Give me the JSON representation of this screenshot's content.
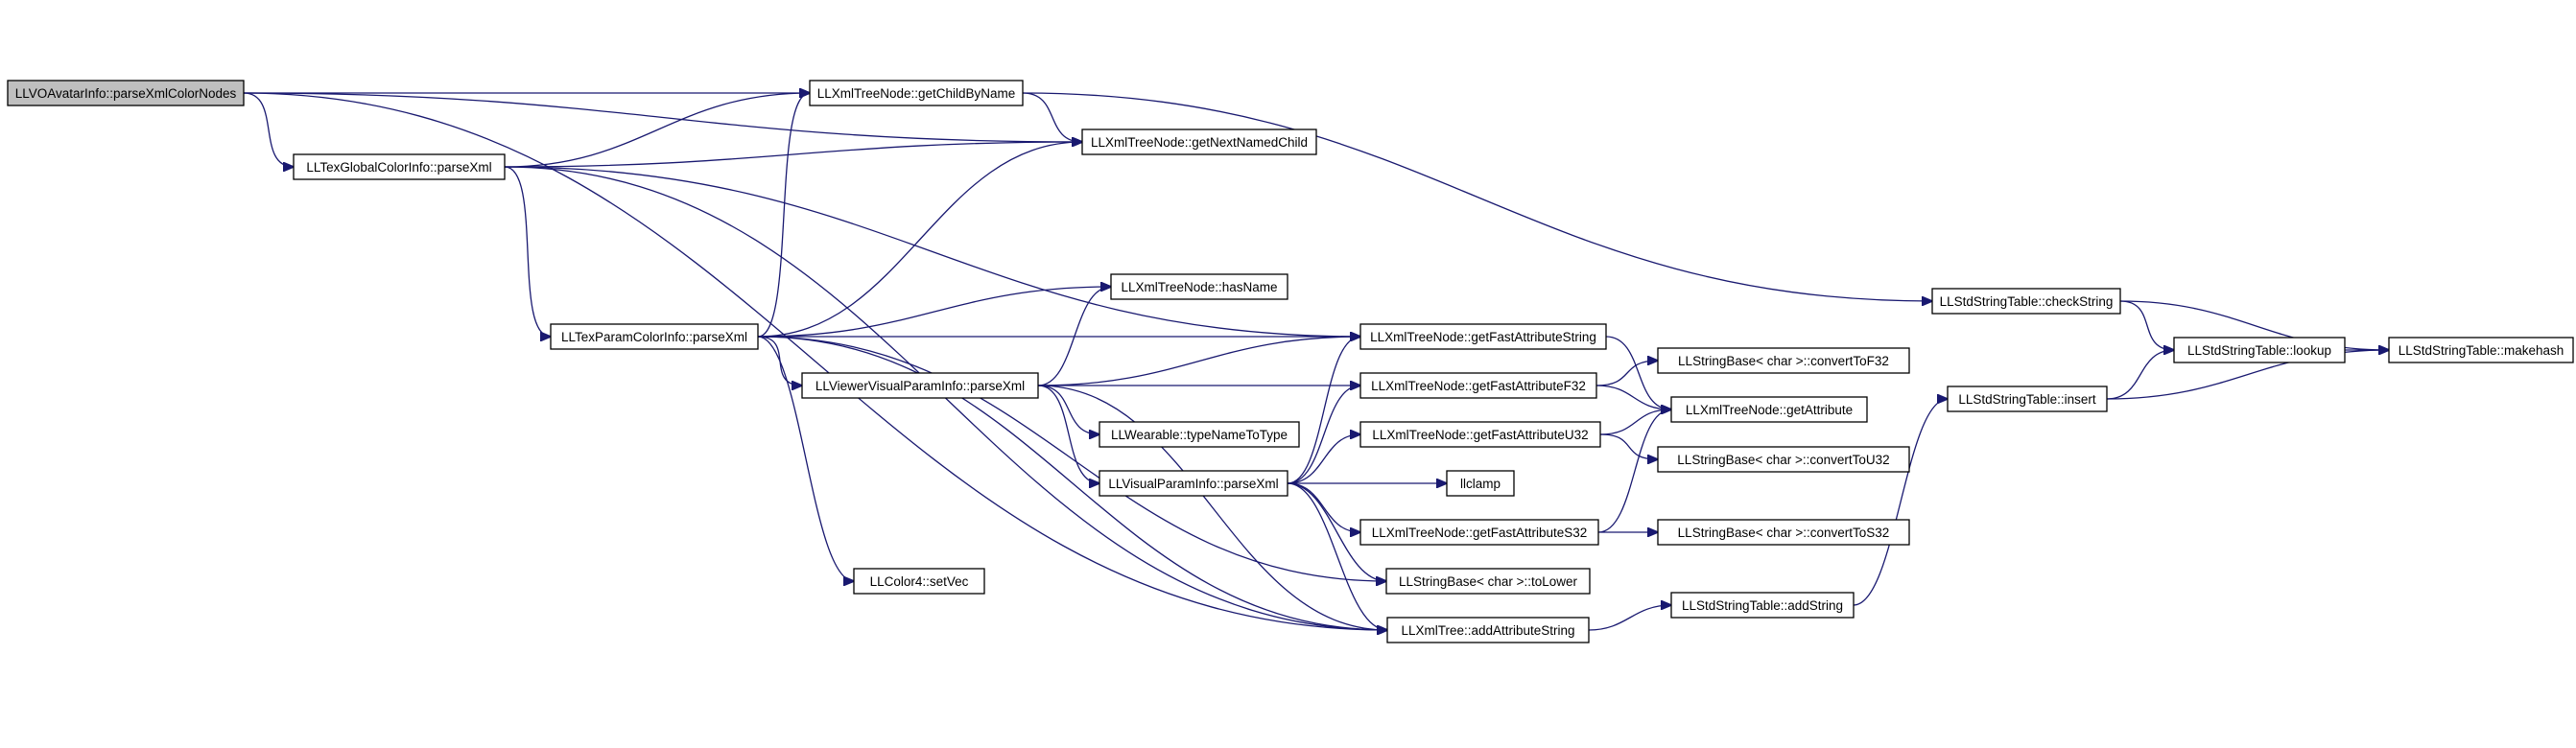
{
  "diagram": {
    "type": "call-graph",
    "colors": {
      "edge": "#191970",
      "root_fill": "#bfbfbf",
      "node_fill": "#ffffff",
      "border": "#000000"
    },
    "nodes": [
      {
        "id": "root",
        "label": "LLVOAvatarInfo::parseXmlColorNodes"
      },
      {
        "id": "getChildByName",
        "label": "LLXmlTreeNode::getChildByName"
      },
      {
        "id": "getNextNamedChild",
        "label": "LLXmlTreeNode::getNextNamedChild"
      },
      {
        "id": "texGlobal",
        "label": "LLTexGlobalColorInfo::parseXml"
      },
      {
        "id": "hasName",
        "label": "LLXmlTreeNode::hasName"
      },
      {
        "id": "texParam",
        "label": "LLTexParamColorInfo::parseXml"
      },
      {
        "id": "getFastAttrString",
        "label": "LLXmlTreeNode::getFastAttributeString"
      },
      {
        "id": "viewerVisual",
        "label": "LLViewerVisualParamInfo::parseXml"
      },
      {
        "id": "getFastAttrF32",
        "label": "LLXmlTreeNode::getFastAttributeF32"
      },
      {
        "id": "typeNameToType",
        "label": "LLWearable::typeNameToType"
      },
      {
        "id": "getFastAttrU32",
        "label": "LLXmlTreeNode::getFastAttributeU32"
      },
      {
        "id": "visualParam",
        "label": "LLVisualParamInfo::parseXml"
      },
      {
        "id": "llclamp",
        "label": "llclamp"
      },
      {
        "id": "getFastAttrS32",
        "label": "LLXmlTreeNode::getFastAttributeS32"
      },
      {
        "id": "setVec",
        "label": "LLColor4::setVec"
      },
      {
        "id": "toLower",
        "label": "LLStringBase< char >::toLower"
      },
      {
        "id": "addAttrString",
        "label": "LLXmlTree::addAttributeString"
      },
      {
        "id": "convertToF32",
        "label": "LLStringBase< char >::convertToF32"
      },
      {
        "id": "getAttribute",
        "label": "LLXmlTreeNode::getAttribute"
      },
      {
        "id": "convertToU32",
        "label": "LLStringBase< char >::convertToU32"
      },
      {
        "id": "convertToS32",
        "label": "LLStringBase< char >::convertToS32"
      },
      {
        "id": "addString",
        "label": "LLStdStringTable::addString"
      },
      {
        "id": "checkString",
        "label": "LLStdStringTable::checkString"
      },
      {
        "id": "insert",
        "label": "LLStdStringTable::insert"
      },
      {
        "id": "lookup",
        "label": "LLStdStringTable::lookup"
      },
      {
        "id": "makehash",
        "label": "LLStdStringTable::makehash"
      }
    ],
    "edges": [
      [
        "root",
        "getChildByName"
      ],
      [
        "root",
        "getNextNamedChild"
      ],
      [
        "root",
        "texGlobal"
      ],
      [
        "root",
        "addAttrString"
      ],
      [
        "getChildByName",
        "getNextNamedChild"
      ],
      [
        "getChildByName",
        "checkString"
      ],
      [
        "texGlobal",
        "getChildByName"
      ],
      [
        "texGlobal",
        "getNextNamedChild"
      ],
      [
        "texGlobal",
        "texParam"
      ],
      [
        "texGlobal",
        "getFastAttrString"
      ],
      [
        "texGlobal",
        "addAttrString"
      ],
      [
        "texParam",
        "getChildByName"
      ],
      [
        "texParam",
        "getNextNamedChild"
      ],
      [
        "texParam",
        "hasName"
      ],
      [
        "texParam",
        "getFastAttrString"
      ],
      [
        "texParam",
        "viewerVisual"
      ],
      [
        "texParam",
        "setVec"
      ],
      [
        "texParam",
        "toLower"
      ],
      [
        "texParam",
        "addAttrString"
      ],
      [
        "viewerVisual",
        "hasName"
      ],
      [
        "viewerVisual",
        "getFastAttrString"
      ],
      [
        "viewerVisual",
        "getFastAttrF32"
      ],
      [
        "viewerVisual",
        "typeNameToType"
      ],
      [
        "viewerVisual",
        "visualParam"
      ],
      [
        "viewerVisual",
        "addAttrString"
      ],
      [
        "visualParam",
        "getFastAttrString"
      ],
      [
        "visualParam",
        "getFastAttrF32"
      ],
      [
        "visualParam",
        "getFastAttrU32"
      ],
      [
        "visualParam",
        "llclamp"
      ],
      [
        "visualParam",
        "getFastAttrS32"
      ],
      [
        "visualParam",
        "toLower"
      ],
      [
        "visualParam",
        "addAttrString"
      ],
      [
        "getFastAttrString",
        "getAttribute"
      ],
      [
        "getFastAttrF32",
        "convertToF32"
      ],
      [
        "getFastAttrF32",
        "getAttribute"
      ],
      [
        "getFastAttrU32",
        "getAttribute"
      ],
      [
        "getFastAttrU32",
        "convertToU32"
      ],
      [
        "getFastAttrS32",
        "getAttribute"
      ],
      [
        "getFastAttrS32",
        "convertToS32"
      ],
      [
        "addAttrString",
        "addString"
      ],
      [
        "addString",
        "insert"
      ],
      [
        "checkString",
        "lookup"
      ],
      [
        "checkString",
        "makehash"
      ],
      [
        "insert",
        "lookup"
      ],
      [
        "insert",
        "makehash"
      ],
      [
        "lookup",
        "makehash"
      ]
    ]
  }
}
